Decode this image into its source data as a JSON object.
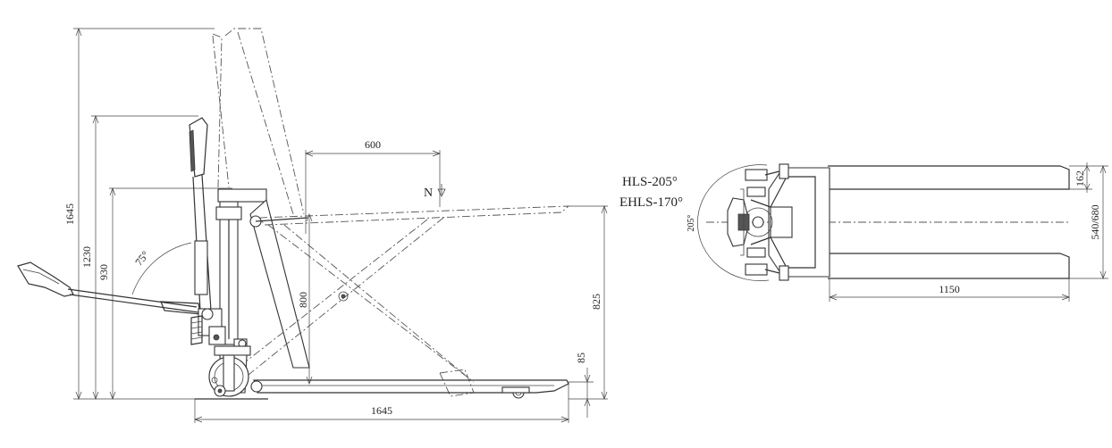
{
  "side_view": {
    "dimensions": {
      "overall_height": "1645",
      "handle_height": "1230",
      "mast_height": "930",
      "handle_angle": "75°",
      "lift_reach": "600",
      "raised_height": "800",
      "max_fork_height": "825",
      "lowered_height": "85",
      "overall_length": "1645"
    },
    "direction_marker": "N"
  },
  "specs": {
    "model_1": "HLS-205°",
    "model_2": "EHLS-170°"
  },
  "top_view": {
    "dimensions": {
      "steering_angle": "205°",
      "fork_width": "162",
      "outer_width": "540/680",
      "fork_length": "1150"
    }
  },
  "colors": {
    "line": "#333333",
    "background": "#ffffff"
  }
}
